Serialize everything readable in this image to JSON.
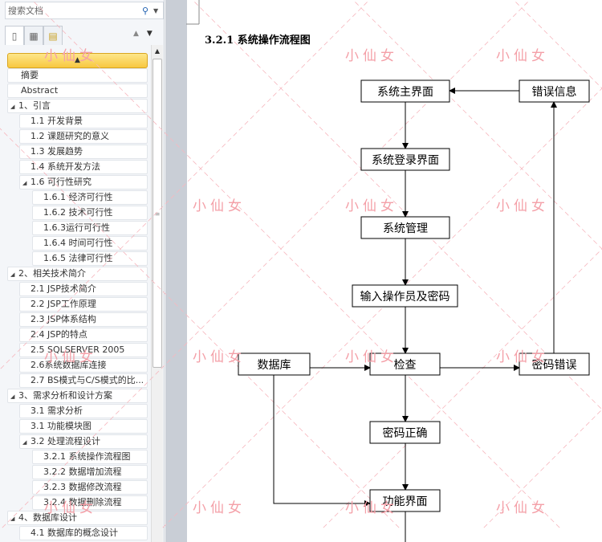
{
  "nav": {
    "search_placeholder": "搜索文档",
    "tabs": [
      "headings-tab",
      "pages-tab",
      "results-tab"
    ],
    "collapse_glyph": "▲",
    "items": [
      {
        "label": "摘要",
        "level": 0,
        "expand": false
      },
      {
        "label": "Abstract",
        "level": 0,
        "expand": false
      },
      {
        "label": "1、引言",
        "level": 0,
        "expand": true
      },
      {
        "label": "1.1 开发背景",
        "level": 1,
        "expand": false
      },
      {
        "label": "1.2 课题研究的意义",
        "level": 1,
        "expand": false
      },
      {
        "label": "1.3 发展趋势",
        "level": 1,
        "expand": false
      },
      {
        "label": "1.4 系统开发方法",
        "level": 1,
        "expand": false
      },
      {
        "label": "1.6 可行性研究",
        "level": 1,
        "expand": true
      },
      {
        "label": "1.6.1 经济可行性",
        "level": 2,
        "expand": false
      },
      {
        "label": "1.6.2 技术可行性",
        "level": 2,
        "expand": false
      },
      {
        "label": "1.6.3运行可行性",
        "level": 2,
        "expand": false
      },
      {
        "label": "1.6.4 时间可行性",
        "level": 2,
        "expand": false
      },
      {
        "label": "1.6.5 法律可行性",
        "level": 2,
        "expand": false
      },
      {
        "label": "2、相关技术简介",
        "level": 0,
        "expand": true
      },
      {
        "label": "2.1 JSP技术简介",
        "level": 1,
        "expand": false
      },
      {
        "label": "2.2 JSP工作原理",
        "level": 1,
        "expand": false
      },
      {
        "label": "2.3 JSP体系结构",
        "level": 1,
        "expand": false
      },
      {
        "label": "2.4 JSP的特点",
        "level": 1,
        "expand": false
      },
      {
        "label": "2.5 SQLSERVER 2005",
        "level": 1,
        "expand": false
      },
      {
        "label": "2.6系统数据库连接",
        "level": 1,
        "expand": false
      },
      {
        "label": "2.7 BS模式与C/S模式的比...",
        "level": 1,
        "expand": false
      },
      {
        "label": "3、需求分析和设计方案",
        "level": 0,
        "expand": true
      },
      {
        "label": "3.1 需求分析",
        "level": 1,
        "expand": false
      },
      {
        "label": "3.1 功能模块图",
        "level": 1,
        "expand": false
      },
      {
        "label": "3.2 处理流程设计",
        "level": 1,
        "expand": true
      },
      {
        "label": "3.2.1 系统操作流程图",
        "level": 2,
        "expand": false
      },
      {
        "label": "3.2.2 数据增加流程",
        "level": 2,
        "expand": false
      },
      {
        "label": "3.2.3 数据修改流程",
        "level": 2,
        "expand": false
      },
      {
        "label": "3.2.4 数据删除流程",
        "level": 2,
        "expand": false
      },
      {
        "label": "4、数据库设计",
        "level": 0,
        "expand": true
      },
      {
        "label": "4.1 数据库的概念设计",
        "level": 1,
        "expand": false
      }
    ]
  },
  "document": {
    "section_title": "3.2.1  系统操作流程图",
    "flowchart": {
      "nodes": [
        {
          "id": "main",
          "label": "系统主界面"
        },
        {
          "id": "err",
          "label": "错误信息"
        },
        {
          "id": "login",
          "label": "系统登录界面"
        },
        {
          "id": "mgmt",
          "label": "系统管理"
        },
        {
          "id": "input",
          "label": "输入操作员及密码"
        },
        {
          "id": "db",
          "label": "数据库"
        },
        {
          "id": "check",
          "label": "检查"
        },
        {
          "id": "pwdwrong",
          "label": "密码错误"
        },
        {
          "id": "pwdok",
          "label": "密码正确"
        },
        {
          "id": "func",
          "label": "功能界面"
        }
      ],
      "edges": [
        [
          "main",
          "login"
        ],
        [
          "login",
          "mgmt"
        ],
        [
          "mgmt",
          "input"
        ],
        [
          "input",
          "check"
        ],
        [
          "db",
          "check"
        ],
        [
          "check",
          "pwdwrong"
        ],
        [
          "pwdwrong",
          "err"
        ],
        [
          "err",
          "main"
        ],
        [
          "check",
          "pwdok"
        ],
        [
          "pwdok",
          "func"
        ],
        [
          "db",
          "func"
        ]
      ]
    }
  },
  "watermark": "小仙女",
  "colors": {
    "accent": "#f8c840",
    "watermark": "#f4a0a8"
  }
}
